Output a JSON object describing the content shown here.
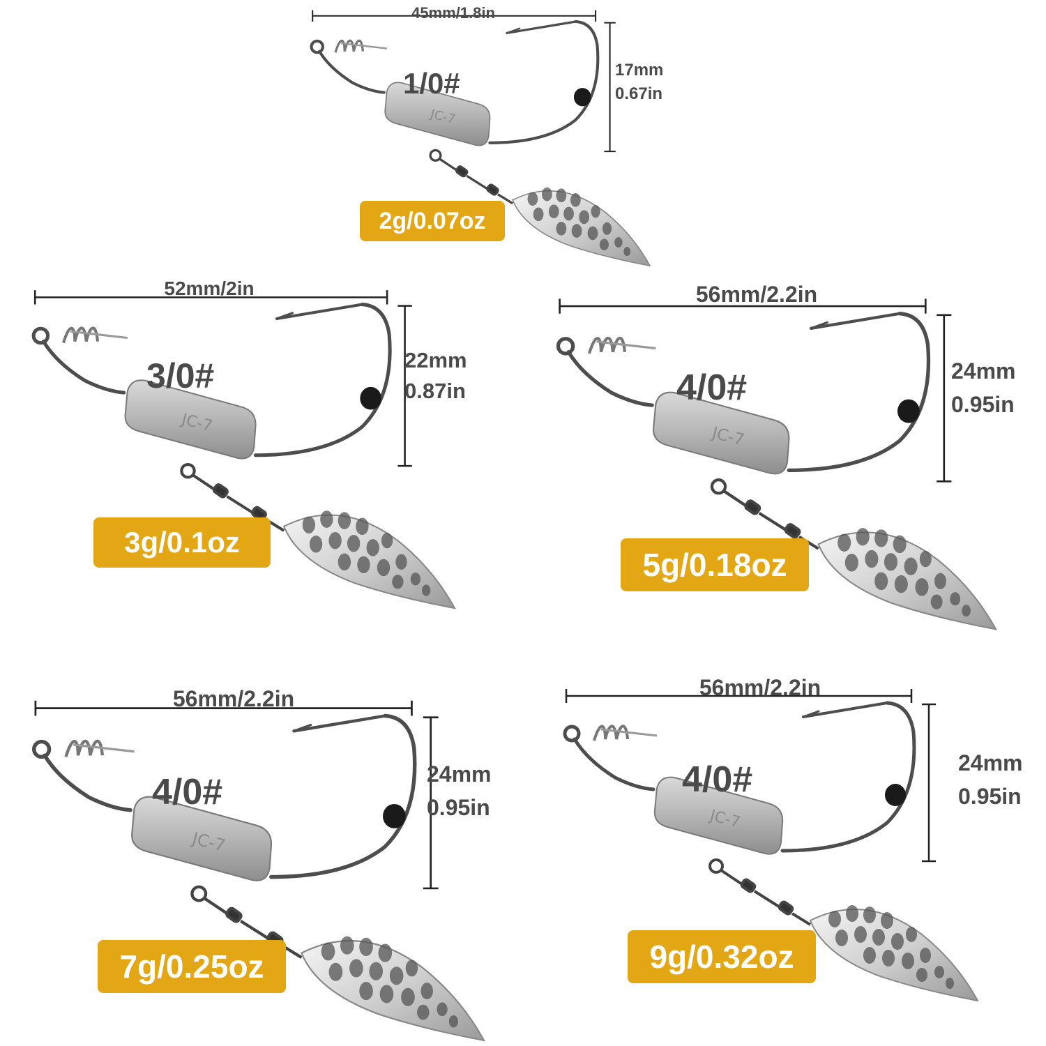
{
  "colors": {
    "badge": "#e3a715",
    "text": "#4a4a4a",
    "wire": "#4d4d4d",
    "lead": "#b9b9b9",
    "bead": "#1a1a1a"
  },
  "hooks": [
    {
      "size": "1/0#",
      "length": "45mm/1.8in",
      "height_mm": "17mm",
      "height_in": "0.67in",
      "weight": "2g/0.07oz",
      "body_mark": "JC-7"
    },
    {
      "size": "3/0#",
      "length": "52mm/2in",
      "height_mm": "22mm",
      "height_in": "0.87in",
      "weight": "3g/0.1oz",
      "body_mark": "JC-7"
    },
    {
      "size": "4/0#",
      "length": "56mm/2.2in",
      "height_mm": "24mm",
      "height_in": "0.95in",
      "weight": "5g/0.18oz",
      "body_mark": "JC-7"
    },
    {
      "size": "4/0#",
      "length": "56mm/2.2in",
      "height_mm": "24mm",
      "height_in": "0.95in",
      "weight": "7g/0.25oz",
      "body_mark": "JC-7"
    },
    {
      "size": "4/0#",
      "length": "56mm/2.2in",
      "height_mm": "24mm",
      "height_in": "0.95in",
      "weight": "9g/0.32oz",
      "body_mark": "JC-7"
    }
  ]
}
